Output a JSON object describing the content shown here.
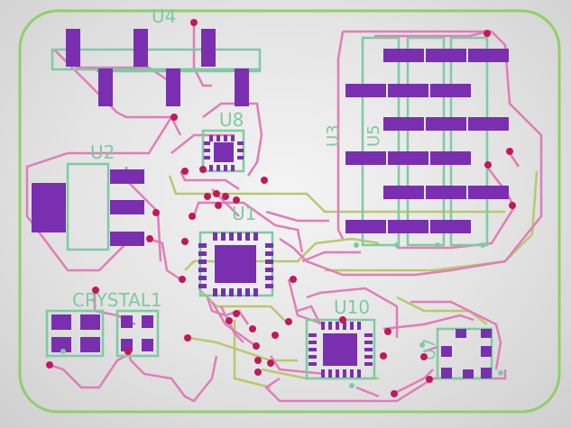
{
  "canvas": {
    "title": "PCB layout view"
  },
  "labels": {
    "u4": "U4",
    "u8": "U8",
    "u2": "U2",
    "u1": "U1",
    "u3": "U3",
    "u5": "U5",
    "crystal": "CRYSTAL1",
    "u10": "U10",
    "u7": "U7"
  },
  "colors": {
    "board_outline": "#8fcf6a",
    "silkscreen": "#7fc9a0",
    "top_trace": "#e07ab8",
    "bottom_trace": "#b8c86a",
    "pad": "#7a2fb0",
    "via": "#c0185a"
  }
}
